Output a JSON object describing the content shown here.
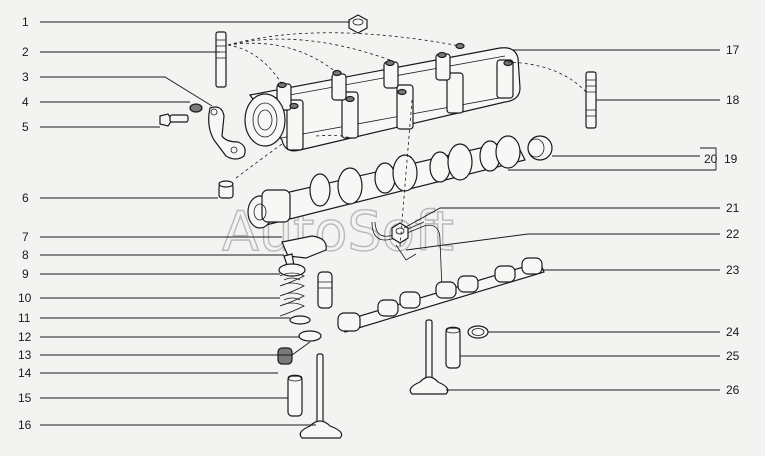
{
  "watermark": "AutoSoft",
  "labels_left": [
    "1",
    "2",
    "3",
    "4",
    "5",
    "6",
    "7",
    "8",
    "9",
    "10",
    "11",
    "12",
    "13",
    "14",
    "15",
    "16"
  ],
  "labels_right": [
    "17",
    "18",
    "20",
    "19",
    "21",
    "22",
    "23",
    "24",
    "25",
    "26"
  ]
}
